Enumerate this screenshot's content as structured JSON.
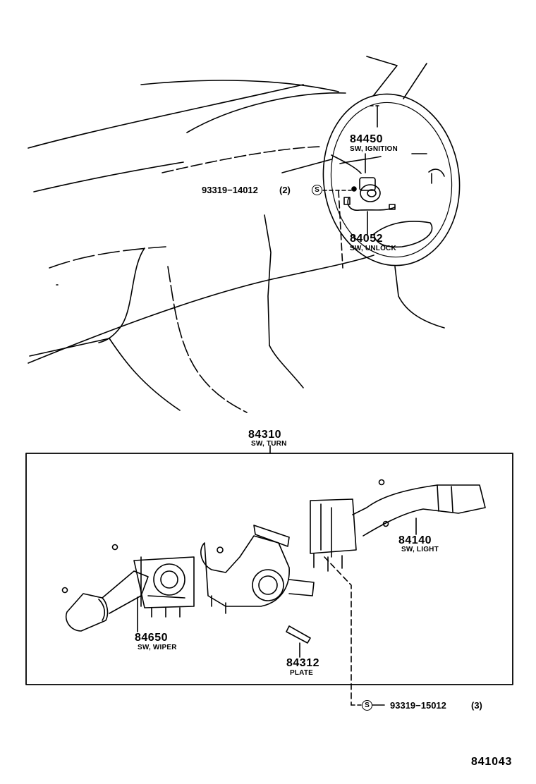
{
  "callouts": {
    "ignition": {
      "part_no": "84450",
      "name": "SW, IGNITION"
    },
    "unlock": {
      "part_no": "84052",
      "name": "SW, UNLOCK"
    },
    "screw_top": {
      "part_no": "93319−14012",
      "qty": "(2)",
      "mark": "S"
    },
    "turn": {
      "part_no": "84310",
      "name": "SW, TURN"
    },
    "light": {
      "part_no": "84140",
      "name": "SW, LIGHT"
    },
    "wiper": {
      "part_no": "84650",
      "name": "SW, WIPER"
    },
    "plate": {
      "part_no": "84312",
      "name": "PLATE"
    },
    "screw_bottom": {
      "part_no": "93319−15012",
      "qty": "(3)",
      "mark": "S"
    }
  },
  "figure_number": "841043"
}
